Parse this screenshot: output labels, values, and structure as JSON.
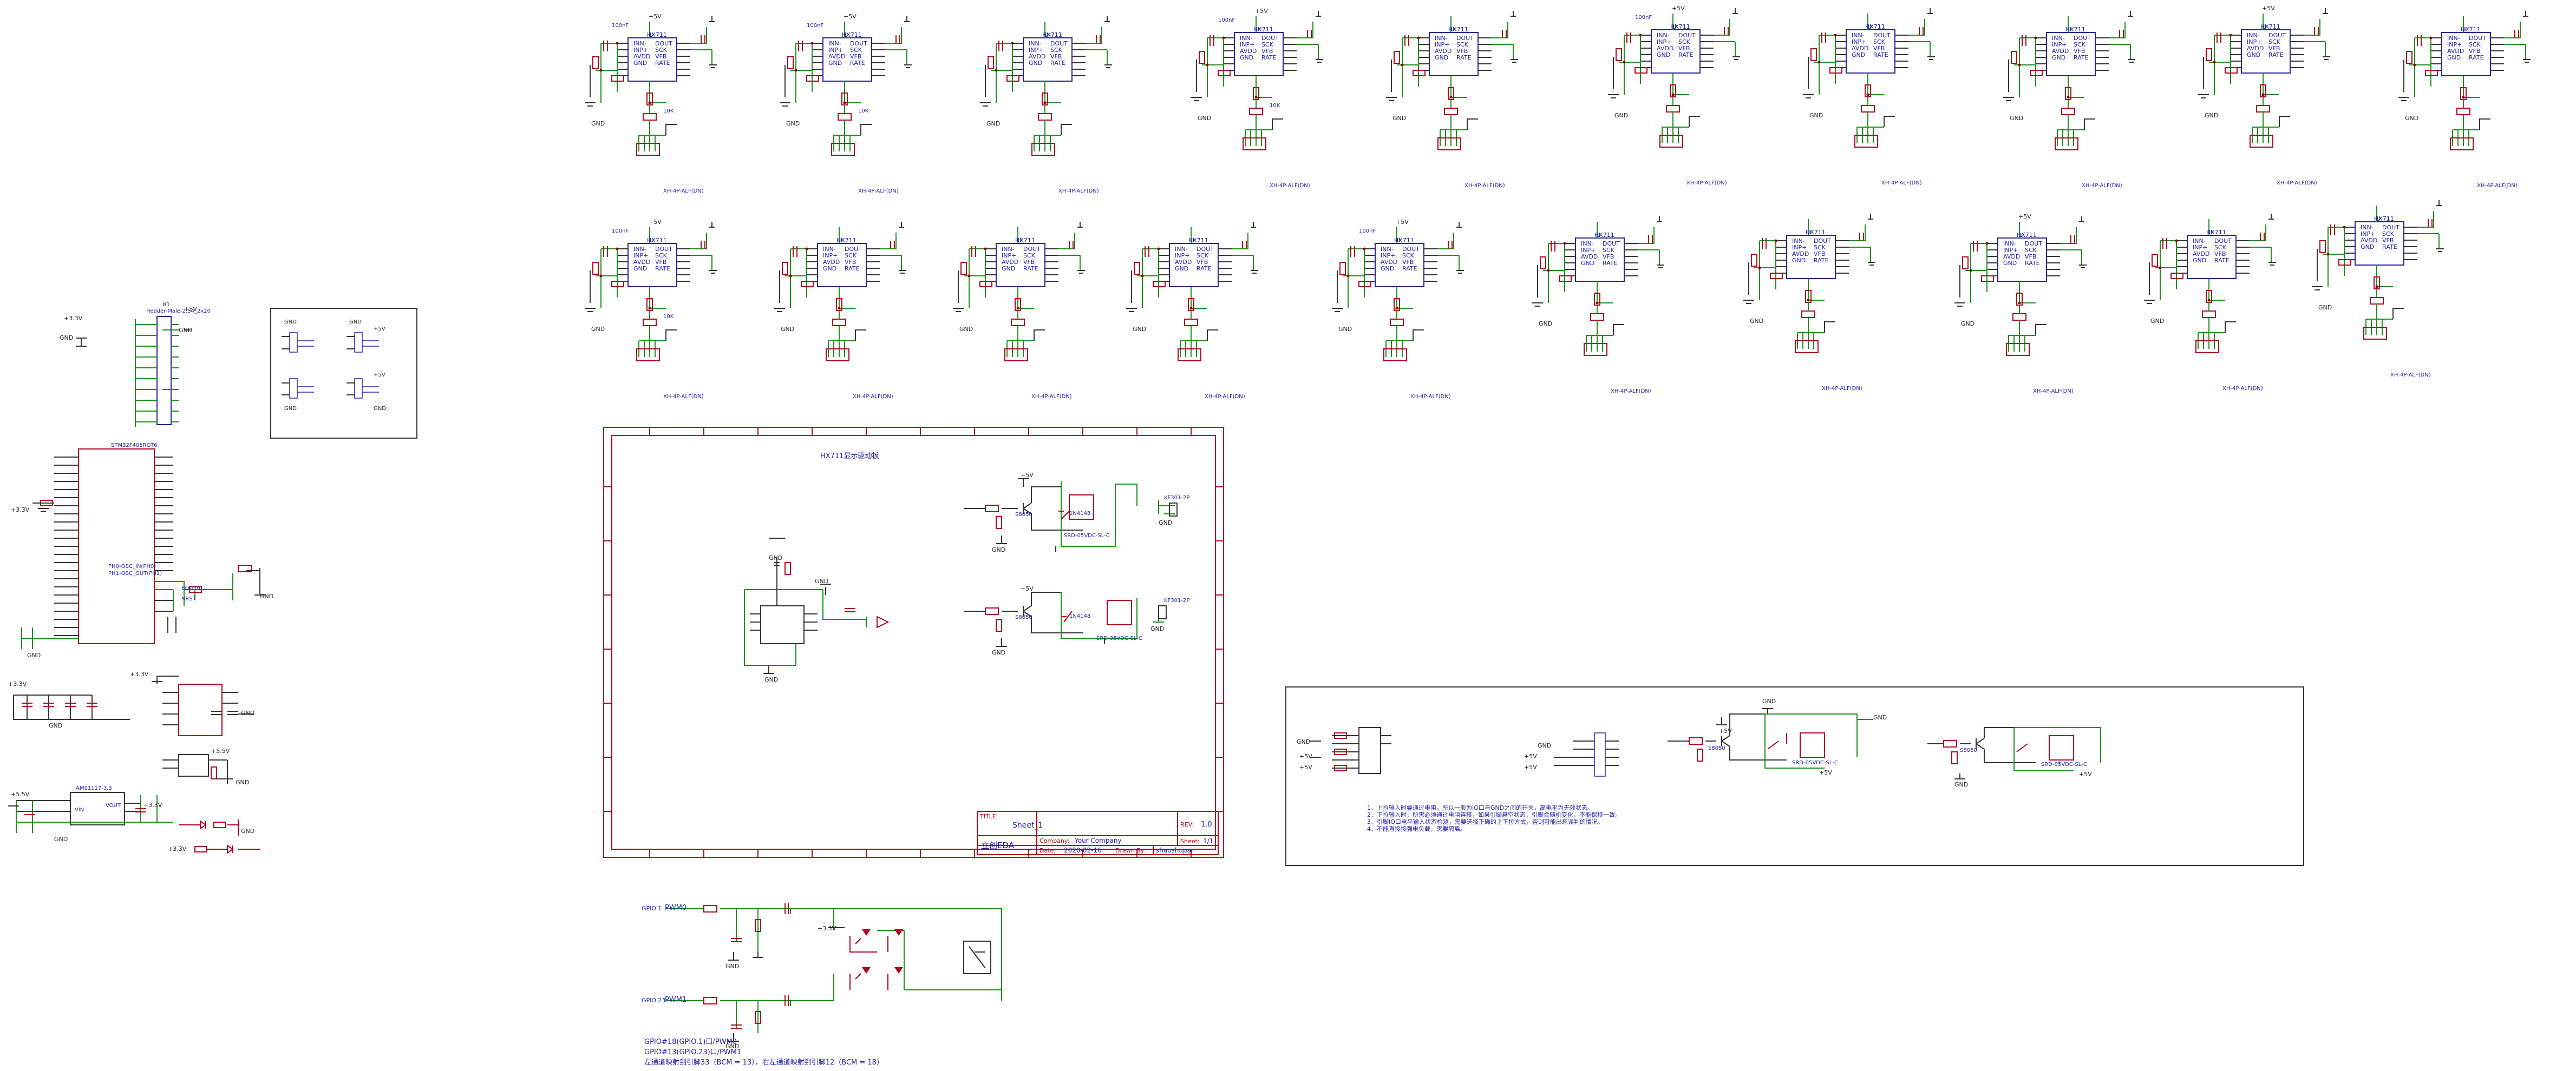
{
  "gnd": "GND",
  "v5": "+5V",
  "v33": "+3.3V",
  "v5sb": "+5.5V",
  "ic_part": "HX711",
  "connector_part": "XH-4P-ALF(DN)",
  "cap_val": "100nF",
  "res_val": "10K",
  "relay_section_title": "HX711显示驱动板",
  "title_block": {
    "title_label": "TITLE:",
    "sheet_name": "Sheet_1",
    "rev_label": "REV:",
    "rev": "1.0",
    "company_label": "Company:",
    "company": "Your Company",
    "sheet_label": "Sheet:",
    "sheet": "1/1",
    "date_label": "Date:",
    "date": "2020-02-16",
    "drawn_label": "Drawn By:",
    "drawn": "shaoshupai",
    "logo": "立创EDA"
  },
  "pwm": {
    "pwm0": "PWM0",
    "pwm1": "PWM1",
    "gpio0": "GPIO.1",
    "gpio1": "GPIO.23"
  },
  "footnotes": [
    "GPIO#18(GPIO.1)口/PWM0",
    "GPIO#13(GPIO.23)口/PWM1",
    "左通道映射到引脚33（BCM = 13），右左通道映射到引脚12（BCM = 18）"
  ],
  "notes": [
    "1、上拉输入时要通过电阻，所以一般为IO口与GND之间的开关，高电平为无效状态。",
    "2、下拉输入时，所需必须通过电阻连接，如果引脚悬空状态，引脚会随机变化，不能保持一致。",
    "3、引脚IO口电平输入状态检测，需要选择正确的上下拉方式，否则可能出现误判的情况。",
    "4、不能直接接强电负载，需要隔离。"
  ],
  "mcu": {
    "part": "STM32F405RGT6",
    "osc_in": "PH0-OSC_IN(PH0)",
    "osc_out": "PH1-OSC_OUT(PH1)",
    "boot": "BOOT0",
    "nrst": "NRST"
  },
  "header": {
    "part": "Header-Male-2.54_2x20",
    "ref": "H1"
  },
  "ldo": {
    "part": "AMS1117-3.3",
    "vin": "VIN",
    "vout": "VOUT"
  },
  "relay": {
    "part": "SRD-05VDC-SL-C",
    "transistor": "S8050",
    "diode": "1N4148",
    "terminal": "KF301-2P"
  }
}
